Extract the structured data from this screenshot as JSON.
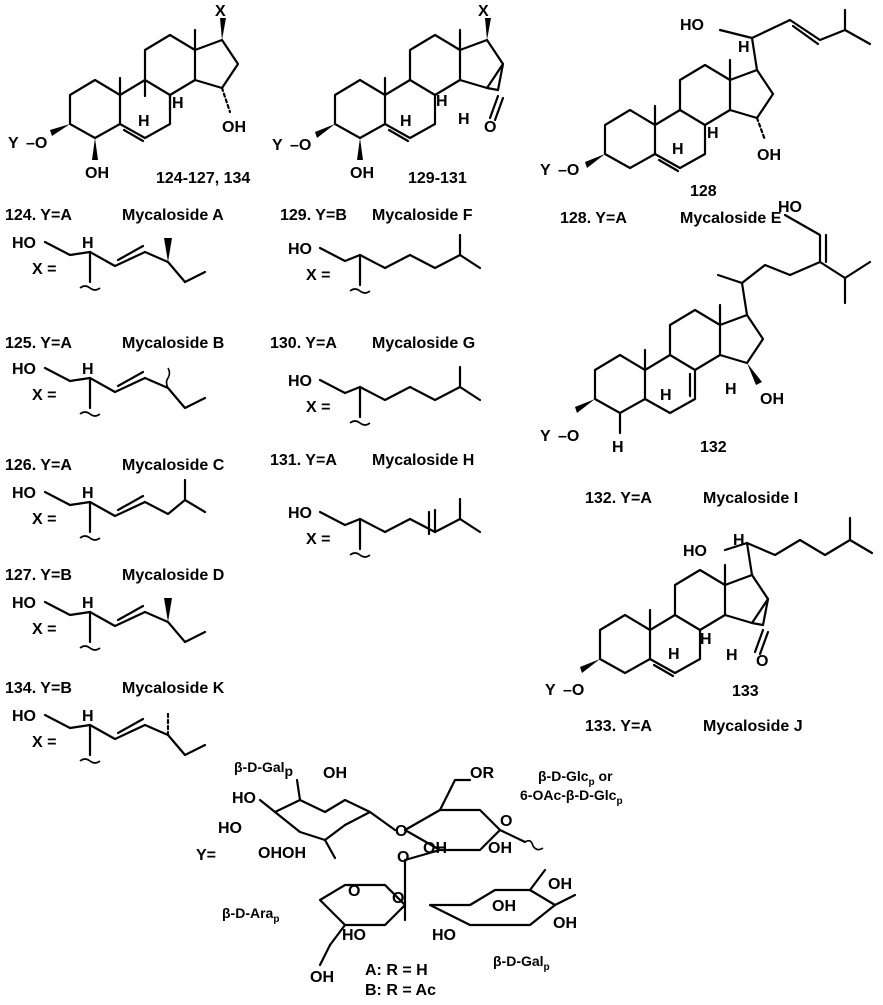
{
  "scaffolds": {
    "s1": {
      "range_label": "124-127, 134",
      "sub_x": "X",
      "sub_y": "Y",
      "oh_a": "OH",
      "oh_b": "OH",
      "h1": "H",
      "h2": "H"
    },
    "s2": {
      "range_label": "129-131",
      "sub_x": "X",
      "sub_y": "Y",
      "oh_a": "OH",
      "ketone_o": "O",
      "h1": "H",
      "h2": "H",
      "h3": "H"
    },
    "s128": {
      "number": "128",
      "ho": "HO",
      "y": "Y",
      "oh": "OH",
      "h1": "H",
      "h2": "H",
      "h3": "H"
    },
    "s132": {
      "number": "132",
      "ho": "HO",
      "y": "Y",
      "oh": "OH",
      "h1": "H",
      "h2": "H",
      "h3": "H"
    },
    "s133": {
      "number": "133",
      "ho": "HO",
      "y": "Y",
      "ketone_o": "O",
      "h_top": "H",
      "h1": "H",
      "h2": "H",
      "h3": "H"
    }
  },
  "compounds": [
    {
      "id": "124",
      "label": "124. Y=A",
      "name": "Mycaloside A"
    },
    {
      "id": "125",
      "label": "125. Y=A",
      "name": "Mycaloside B"
    },
    {
      "id": "126",
      "label": "126. Y=A",
      "name": "Mycaloside C"
    },
    {
      "id": "127",
      "label": "127. Y=B",
      "name": "Mycaloside D"
    },
    {
      "id": "134",
      "label": "134. Y=B",
      "name": "Mycaloside K"
    },
    {
      "id": "129",
      "label": "129. Y=B",
      "name": "Mycaloside F"
    },
    {
      "id": "130",
      "label": "130. Y=A",
      "name": "Mycaloside G"
    },
    {
      "id": "131",
      "label": "131. Y=A",
      "name": "Mycaloside H"
    },
    {
      "id": "128",
      "label": "128. Y=A",
      "name": "Mycaloside E"
    },
    {
      "id": "132",
      "label": "132. Y=A",
      "name": "Mycaloside I"
    },
    {
      "id": "133",
      "label": "133. Y=A",
      "name": "Mycaloside J"
    }
  ],
  "side_chain_labels": {
    "ho": "HO",
    "x_eq": "X =",
    "h": "H"
  },
  "sugar": {
    "y_label": "Y=",
    "gal_top": "β-D-Gal",
    "glc": "β-D-Glc",
    "glc_or": " or",
    "glc_ac": "6-OAc-β-D-Glc",
    "ara": "β-D-Ara",
    "gal_bottom": "β-D-Gal",
    "pyranose_sub": "p",
    "or_group": "OR",
    "oh": "OH",
    "ho": "HO",
    "ohoh": "OHOH",
    "ring_o": "O",
    "note_a": "A: R = H",
    "note_b": "B: R = Ac"
  }
}
